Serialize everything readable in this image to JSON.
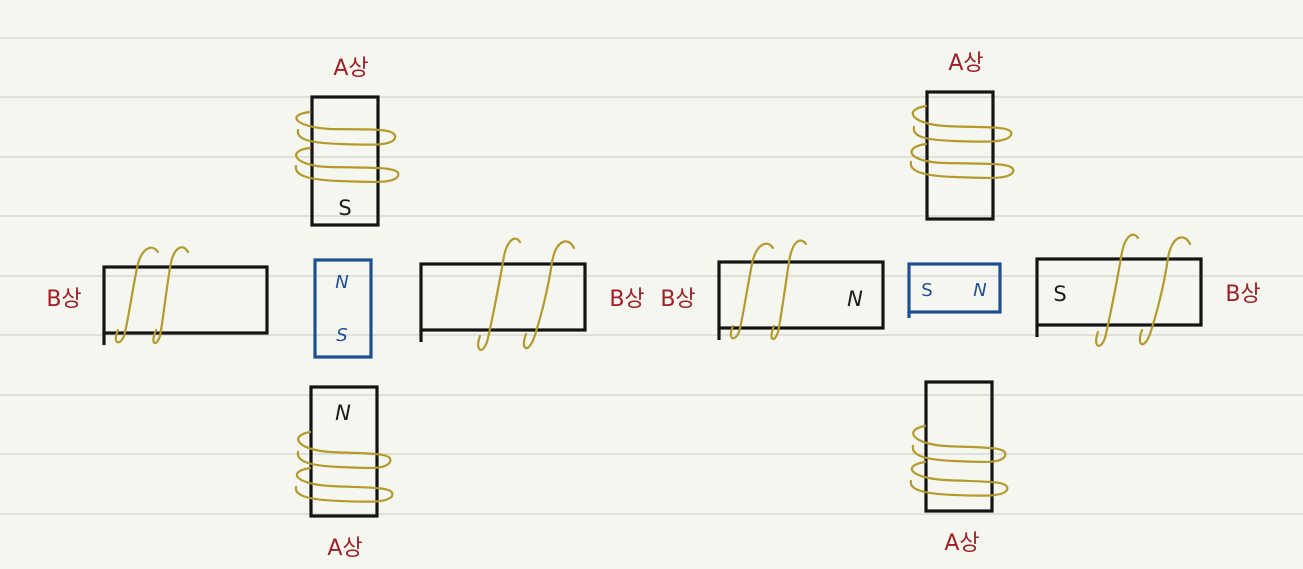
{
  "phase_a": "A상",
  "phase_b": "B상",
  "pole_n": "N",
  "pole_s": "S",
  "colors": {
    "background": "#f6f6f1",
    "rule_line": "#d9d9d4",
    "core_stroke": "#141414",
    "rotor_stroke": "#1c4f93",
    "coil": "#b39a2a",
    "phase_label": "#a11d24"
  },
  "diagrams": [
    {
      "stator": {
        "top": "S",
        "bottom": "N",
        "left": "",
        "right": ""
      },
      "rotor": {
        "orientation": "vertical",
        "first": "N",
        "second": "S"
      }
    },
    {
      "stator": {
        "top": "",
        "bottom": "",
        "left": "N",
        "right": "S"
      },
      "rotor": {
        "orientation": "horizontal",
        "first": "S",
        "second": "N"
      }
    }
  ]
}
